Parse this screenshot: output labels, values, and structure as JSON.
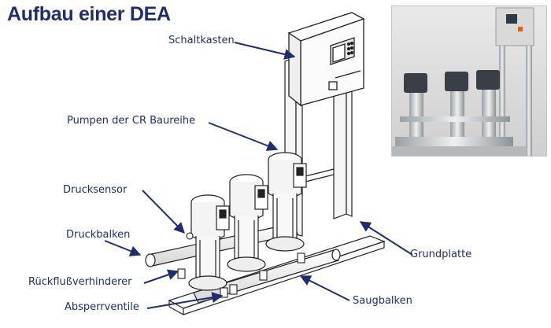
{
  "title": "Aufbau einer DEA",
  "labels": {
    "schaltkasten": "Schaltkasten",
    "pumpen": "Pumpen der CR Baureihe",
    "drucksensor": "Drucksensor",
    "druckbalken": "Druckbalken",
    "rueckfluss": "Rückflußverhinderer",
    "absperrventile": "Absperrventile",
    "grundplatte": "Grundplatte",
    "saugbalken": "Saugbalken"
  },
  "colors": {
    "label": "#1f2d6e",
    "arrow": "#1f2d6e"
  }
}
